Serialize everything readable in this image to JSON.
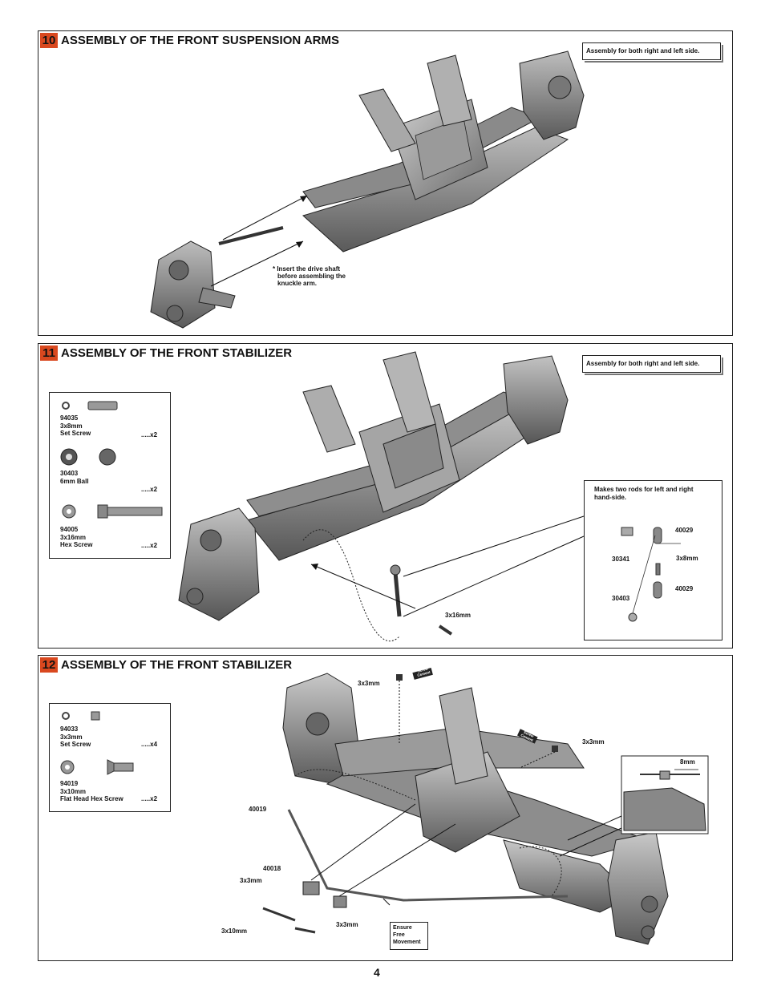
{
  "page_number": "4",
  "step10": {
    "number": "10",
    "title": "ASSEMBLY OF THE FRONT SUSPENSION ARMS",
    "note": "Assembly for both right and left side.",
    "callout_lines": [
      "* Insert the drive shaft",
      "before assembling the",
      "knuckle arm."
    ]
  },
  "step11": {
    "number": "11",
    "title": "ASSEMBLY OF THE FRONT STABILIZER",
    "note": "Assembly for both right and left side.",
    "parts": [
      {
        "code": "94035",
        "size": "3x8mm",
        "name": "Set Screw",
        "qty": ".....x2"
      },
      {
        "code": "30403",
        "size": "6mm Ball",
        "name": "",
        "qty": ".....x2"
      },
      {
        "code": "94005",
        "size": "3x16mm",
        "name": "Hex Screw",
        "qty": ".....x2"
      }
    ],
    "label_screw": "3x16mm",
    "detail": {
      "title_lines": [
        "Makes two rods for left and right",
        "hand-side."
      ],
      "label_40029_top": "40029",
      "label_30341": "30341",
      "label_3x8mm": "3x8mm",
      "label_40029_bottom": "40029",
      "label_30403": "30403"
    }
  },
  "step12": {
    "number": "12",
    "title": "ASSEMBLY OF THE FRONT STABILIZER",
    "parts": [
      {
        "code": "94033",
        "size": "3x3mm",
        "name": "Set Screw",
        "qty": ".....x4"
      },
      {
        "code": "94019",
        "size": "3x10mm",
        "name": "Flat Head Hex Screw",
        "qty": ".....x2"
      }
    ],
    "labels": {
      "top_setscrew": "3x3mm",
      "right_setscrew": "3x3mm",
      "inset_dim": "8mm",
      "bar": "40019",
      "mount": "40018",
      "left_setscrew": "3x3mm",
      "bottom_setscrew": "3x3mm",
      "flat_screw": "3x10mm",
      "ensure_lines": [
        "Ensure",
        "Free",
        "Movement"
      ]
    },
    "tag_text": "Screw Cement"
  }
}
